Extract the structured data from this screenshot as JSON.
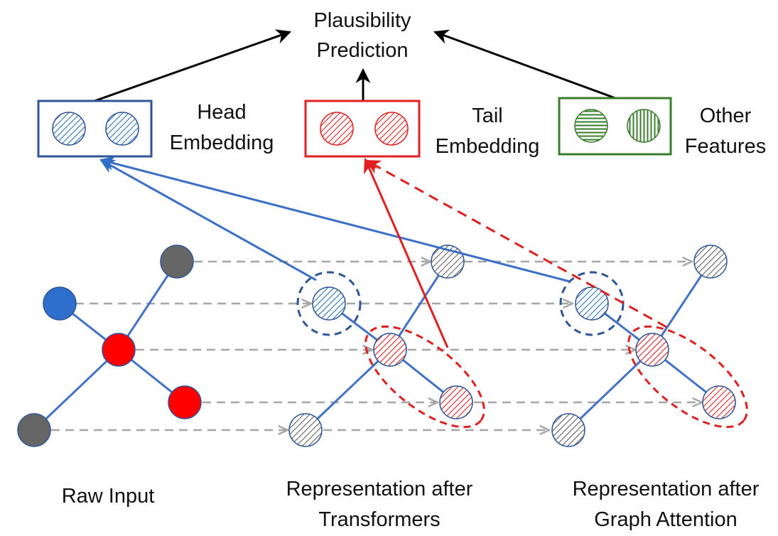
{
  "labels": {
    "plausibility_line1": "Plausibility",
    "plausibility_line2": "Prediction",
    "head_line1": "Head",
    "head_line2": "Embedding",
    "tail_line1": "Tail",
    "tail_line2": "Embedding",
    "other_line1": "Other",
    "other_line2": "Features",
    "raw_input": "Raw Input",
    "transformers_line1": "Representation after",
    "transformers_line2": "Transformers",
    "graph_line1": "Representation after",
    "graph_line2": "Graph Attention"
  },
  "colors": {
    "blue": "#2f5597",
    "blue_fill": "#2e6fcc",
    "red": "#e02020",
    "red_fill": "#ff0000",
    "green": "#3a7d2c",
    "gray": "#666666",
    "dashed_gray": "#a6a6a6",
    "black": "#000000"
  }
}
